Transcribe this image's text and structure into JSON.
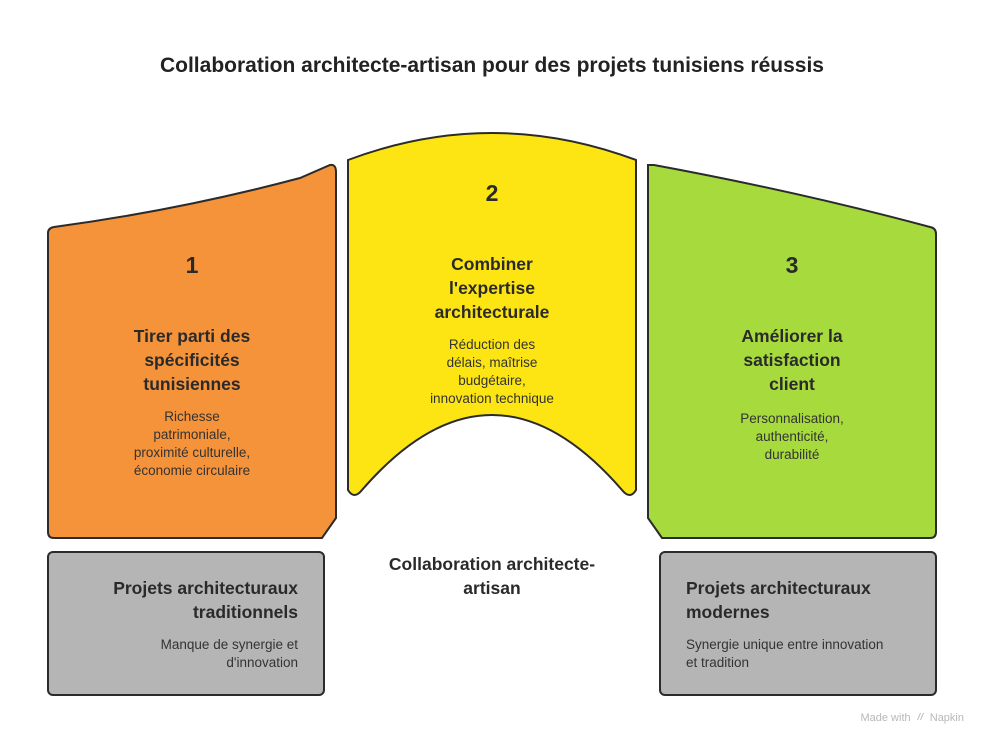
{
  "title": "Collaboration architecte-artisan pour des projets tunisiens réussis",
  "colors": {
    "orange": "#F5933A",
    "yellow": "#FDE514",
    "green": "#A7DB3D",
    "gray": "#B5B5B5",
    "stroke": "#2B2B2B"
  },
  "steps": [
    {
      "number": "1",
      "heading_lines": [
        "Tirer parti des",
        "spécificités",
        "tunisiennes"
      ],
      "desc_lines": [
        "Richesse",
        "patrimoniale,",
        "proximité culturelle,",
        "économie circulaire"
      ]
    },
    {
      "number": "2",
      "heading_lines": [
        "Combiner",
        "l'expertise",
        "architecturale"
      ],
      "desc_lines": [
        "Réduction des",
        "délais, maîtrise",
        "budgétaire,",
        "innovation technique"
      ]
    },
    {
      "number": "3",
      "heading_lines": [
        "Améliorer la",
        "satisfaction",
        "client"
      ],
      "desc_lines": [
        "Personnalisation,",
        "authenticité,",
        "durabilité"
      ]
    }
  ],
  "center_label_lines": [
    "Collaboration architecte-",
    "artisan"
  ],
  "left_box": {
    "heading_lines": [
      "Projets architecturaux",
      "traditionnels"
    ],
    "desc_lines": [
      "Manque de synergie et",
      "d'innovation"
    ]
  },
  "right_box": {
    "heading_lines": [
      "Projets architecturaux",
      "modernes"
    ],
    "desc_lines": [
      "Synergie unique entre innovation",
      "et tradition"
    ]
  },
  "footer": {
    "made_with": "Made with",
    "brand": "Napkin",
    "icon": "napkin-logo-icon"
  }
}
